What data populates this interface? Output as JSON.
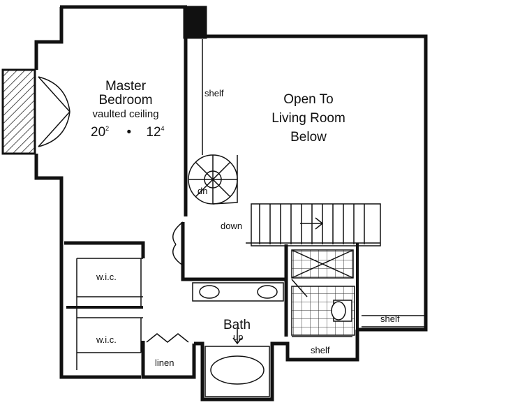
{
  "rooms": {
    "master": {
      "line1": "Master",
      "line2": "Bedroom",
      "sub": "vaulted ceiling",
      "dim_w": "20",
      "dim_w_sup": "2",
      "dot": "•",
      "dim_d": "12",
      "dim_d_sup": "4"
    },
    "open": {
      "line1": "Open To",
      "line2": "Living Room",
      "line3": "Below"
    },
    "bath": {
      "label": "Bath",
      "up": "up"
    }
  },
  "labels": {
    "shelf_top": "shelf",
    "dn": "dn",
    "down": "down",
    "wic_upper": "w.i.c.",
    "wic_lower": "w.i.c.",
    "linen": "linen",
    "shelf_bottom": "shelf",
    "shelf_right": "shelf"
  }
}
